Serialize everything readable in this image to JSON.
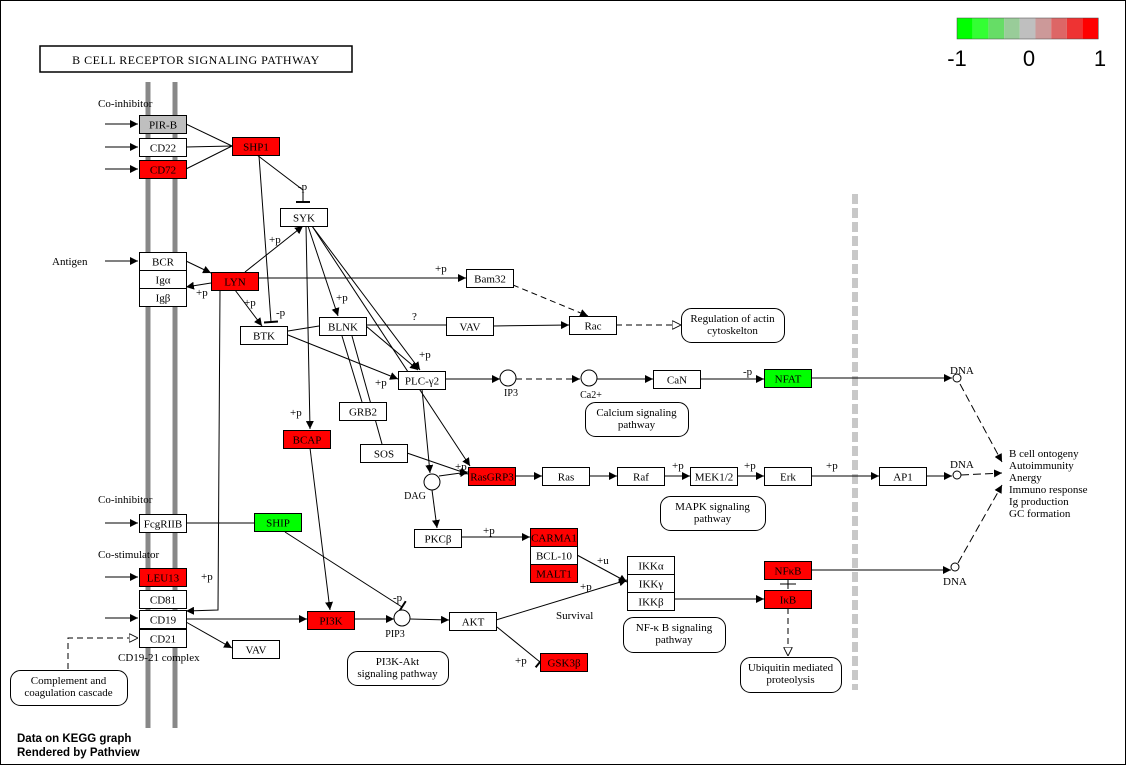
{
  "title": "B CELL RECEPTOR SIGNALING PATHWAY",
  "legend": {
    "min_label": "-1",
    "mid_label": "0",
    "max_label": "1",
    "colors": [
      "#00ff00",
      "#33ff33",
      "#66dd66",
      "#99cc99",
      "#bfbfbf",
      "#cc9999",
      "#dd6666",
      "#ee3333",
      "#ff0000"
    ]
  },
  "footer": {
    "line1": "Data on KEGG graph",
    "line2": "Rendered by Pathview"
  },
  "colors": {
    "up": "#ff0000",
    "down": "#00ff00",
    "neutral": "#bfbfbf",
    "nodata": "#ffffff",
    "membrane": "#888888",
    "boundary": "#c8c8c8"
  },
  "genes": [
    {
      "id": "pirb",
      "label": "PIR-B",
      "status": "neutral"
    },
    {
      "id": "cd22",
      "label": "CD22",
      "status": "nodata"
    },
    {
      "id": "cd72",
      "label": "CD72",
      "status": "up"
    },
    {
      "id": "shp1",
      "label": "SHP1",
      "status": "up"
    },
    {
      "id": "syk",
      "label": "SYK",
      "status": "nodata"
    },
    {
      "id": "bcr",
      "label": "BCR",
      "status": "nodata"
    },
    {
      "id": "iga",
      "label": "Igα",
      "status": "nodata"
    },
    {
      "id": "igb",
      "label": "Igβ",
      "status": "nodata"
    },
    {
      "id": "lyn",
      "label": "LYN",
      "status": "up"
    },
    {
      "id": "bam32",
      "label": "Bam32",
      "status": "nodata"
    },
    {
      "id": "btk",
      "label": "BTK",
      "status": "nodata"
    },
    {
      "id": "blnk",
      "label": "BLNK",
      "status": "nodata"
    },
    {
      "id": "vav1",
      "label": "VAV",
      "status": "nodata"
    },
    {
      "id": "rac",
      "label": "Rac",
      "status": "nodata"
    },
    {
      "id": "plcg2",
      "label": "PLC-γ2",
      "status": "nodata"
    },
    {
      "id": "can",
      "label": "CaN",
      "status": "nodata"
    },
    {
      "id": "nfat",
      "label": "NFAT",
      "status": "down"
    },
    {
      "id": "grb2",
      "label": "GRB2",
      "status": "nodata"
    },
    {
      "id": "bcap",
      "label": "BCAP",
      "status": "up"
    },
    {
      "id": "sos",
      "label": "SOS",
      "status": "nodata"
    },
    {
      "id": "rasgrp3",
      "label": "RasGRP3",
      "status": "up"
    },
    {
      "id": "ras",
      "label": "Ras",
      "status": "nodata"
    },
    {
      "id": "raf",
      "label": "Raf",
      "status": "nodata"
    },
    {
      "id": "mek",
      "label": "MEK1/2",
      "status": "nodata"
    },
    {
      "id": "erk",
      "label": "Erk",
      "status": "nodata"
    },
    {
      "id": "ap1",
      "label": "AP1",
      "status": "nodata"
    },
    {
      "id": "fcgr",
      "label": "FcgRIIB",
      "status": "nodata"
    },
    {
      "id": "ship",
      "label": "SHIP",
      "status": "down"
    },
    {
      "id": "pkcb",
      "label": "PKCβ",
      "status": "nodata"
    },
    {
      "id": "card11",
      "label": "CARMA1",
      "status": "up"
    },
    {
      "id": "bcl10",
      "label": "BCL-10",
      "status": "nodata"
    },
    {
      "id": "malt1",
      "label": "MALT1",
      "status": "up"
    },
    {
      "id": "ikka",
      "label": "IKKα",
      "status": "nodata"
    },
    {
      "id": "ikkg",
      "label": "IKKγ",
      "status": "nodata"
    },
    {
      "id": "ikkb",
      "label": "IKKβ",
      "status": "nodata"
    },
    {
      "id": "nfkb",
      "label": "NFκB",
      "status": "up"
    },
    {
      "id": "ikb",
      "label": "IκB",
      "status": "up"
    },
    {
      "id": "leu13",
      "label": "LEU13",
      "status": "up"
    },
    {
      "id": "cd81",
      "label": "CD81",
      "status": "nodata"
    },
    {
      "id": "cd19",
      "label": "CD19",
      "status": "nodata"
    },
    {
      "id": "cd21",
      "label": "CD21",
      "status": "nodata"
    },
    {
      "id": "vav2",
      "label": "VAV",
      "status": "nodata"
    },
    {
      "id": "pi3k",
      "label": "PI3K",
      "status": "up"
    },
    {
      "id": "akt",
      "label": "AKT",
      "status": "nodata"
    },
    {
      "id": "gsk3b",
      "label": "GSK3β",
      "status": "up"
    }
  ],
  "pathways": [
    {
      "id": "actin",
      "lines": [
        "Regulation of actin",
        "cytoskelton"
      ]
    },
    {
      "id": "calcium",
      "lines": [
        "Calcium signaling",
        "pathway"
      ]
    },
    {
      "id": "mapk",
      "lines": [
        "MAPK signaling",
        "pathway"
      ]
    },
    {
      "id": "nfkbpath",
      "lines": [
        "NF-κ B signaling",
        "pathway"
      ]
    },
    {
      "id": "pi3kakt",
      "lines": [
        "PI3K-Akt",
        "signaling pathway"
      ]
    },
    {
      "id": "ubiq",
      "lines": [
        "Ubiquitin mediated",
        "proteolysis"
      ]
    },
    {
      "id": "complement",
      "lines": [
        "Complement and",
        "coagulation cascade"
      ]
    }
  ],
  "compounds": [
    {
      "id": "ip3",
      "label": "IP3"
    },
    {
      "id": "ca",
      "label": "Ca2+"
    },
    {
      "id": "dag",
      "label": "DAG"
    },
    {
      "id": "pip3",
      "label": "PIP3"
    }
  ],
  "labels": [
    {
      "id": "coinhib1",
      "text": "Co-inhibitor"
    },
    {
      "id": "antigen",
      "text": "Antigen"
    },
    {
      "id": "coinhib2",
      "text": "Co-inhibitor"
    },
    {
      "id": "costim",
      "text": "Co-stimulator"
    },
    {
      "id": "complex",
      "text": "CD19-21 complex"
    },
    {
      "id": "survival",
      "text": "Survival"
    },
    {
      "id": "dna1",
      "text": "DNA"
    },
    {
      "id": "dna2",
      "text": "DNA"
    },
    {
      "id": "dna3",
      "text": "DNA"
    },
    {
      "id": "outcomes",
      "lines": [
        "B cell ontogeny",
        "Autoimmunity",
        "Anergy",
        "Immuno response",
        "Ig production",
        "GC formation"
      ]
    },
    {
      "id": "p1",
      "text": "-p"
    },
    {
      "id": "p2",
      "text": "+p"
    },
    {
      "id": "p3",
      "text": "+p"
    },
    {
      "id": "p4",
      "text": "+p"
    },
    {
      "id": "p5",
      "text": "-p"
    },
    {
      "id": "p6",
      "text": "+p"
    },
    {
      "id": "p7",
      "text": "+p"
    },
    {
      "id": "p8",
      "text": "?"
    },
    {
      "id": "p9",
      "text": "+p"
    },
    {
      "id": "p10",
      "text": "+p"
    },
    {
      "id": "p11",
      "text": "-p"
    },
    {
      "id": "p12",
      "text": "+p"
    },
    {
      "id": "p13",
      "text": "+p"
    },
    {
      "id": "p14",
      "text": "+p"
    },
    {
      "id": "p15",
      "text": "+p"
    },
    {
      "id": "p16",
      "text": "+p"
    },
    {
      "id": "p17",
      "text": "+u"
    },
    {
      "id": "p18",
      "text": "+p"
    },
    {
      "id": "p19",
      "text": "+p"
    },
    {
      "id": "p20",
      "text": "-p"
    },
    {
      "id": "p21",
      "text": "+p"
    },
    {
      "id": "p22",
      "text": "+p"
    }
  ]
}
